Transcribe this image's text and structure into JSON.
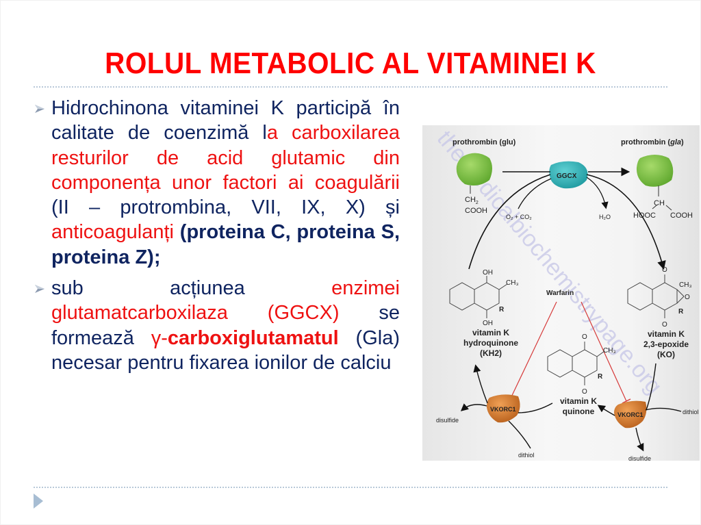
{
  "slide": {
    "title": "ROLUL METABOLIC AL VITAMINEI K",
    "colors": {
      "title": "#ff0000",
      "body_text": "#0f2460",
      "highlight": "#ee1111",
      "rule": "#b8c8d8",
      "bullet_arrow": "#7f8fa6",
      "footer_arrow": "#a7bdd3"
    },
    "bullets": [
      {
        "icon": "arrow-bullet-icon",
        "segments": [
          {
            "text": "Hidrochinona vitaminei K participă în calitate de coenzimă l",
            "style": "normal"
          },
          {
            "text": "a carboxilarea resturilor de acid glutamic din componența unor factori ai coagulării",
            "style": "red"
          },
          {
            "text": " (II – protrombina, VII, IX, X) și ",
            "style": "normal"
          },
          {
            "text": "anticoagulanți",
            "style": "red"
          },
          {
            "text": " ",
            "style": "normal"
          },
          {
            "text": "(proteina C, proteina S, proteina Z);",
            "style": "bold"
          }
        ]
      },
      {
        "icon": "arrow-bullet-icon",
        "segments": [
          {
            "text": "sub acțiunea ",
            "style": "normal"
          },
          {
            "text": "enzimei glutamatcarboxilaza (GGCX)",
            "style": "red"
          },
          {
            "text": " se formează ",
            "style": "normal"
          },
          {
            "text": "γ-",
            "style": "red"
          },
          {
            "text": "carboxiglutamatul",
            "style": "red-bold"
          },
          {
            "text": " (Gla) necesar pentru fixarea ionilor de calciu",
            "style": "normal"
          }
        ]
      }
    ]
  },
  "diagram": {
    "watermark": "themedicalbiochemistrypage.org",
    "labels": {
      "prothrombin_glu": "prothrombin (glu)",
      "prothrombin_gla_prefix": "prothrombin (",
      "prothrombin_gla_italic": "gla",
      "prothrombin_gla_suffix": ")",
      "ggcx": "GGCX",
      "glu_ch2": "CH",
      "glu_ch2_sub": "2",
      "glu_cooh": "COOH",
      "gla_ch": "CH",
      "gla_hooc": "HOOC",
      "gla_cooh": "COOH",
      "o2_co2": "O₂ + CO₂",
      "h2o": "H₂O",
      "warfarin": "Warfarin",
      "oh": "OH",
      "ch3": "CH₃",
      "r": "R",
      "o": "O",
      "kh2_line1": "vitamin K",
      "kh2_line2": "hydroquinone",
      "kh2_line3": "(KH2)",
      "ko_line1": "vitamin K",
      "ko_line2": "2,3-epoxide",
      "ko_line3": "(KO)",
      "quinone_line1": "vitamin K",
      "quinone_line2": "quinone",
      "vkorc1": "VKORC1",
      "disulfide": "disulfide",
      "dithiol": "dithiol"
    },
    "colors": {
      "prothrombin": "#7cc242",
      "ggcx": "#2ab3b8",
      "vkorc1": "#d9782a",
      "inhibition": "#d63a3a",
      "arrow": "#111111",
      "watermark": "#c9c9e8"
    }
  }
}
